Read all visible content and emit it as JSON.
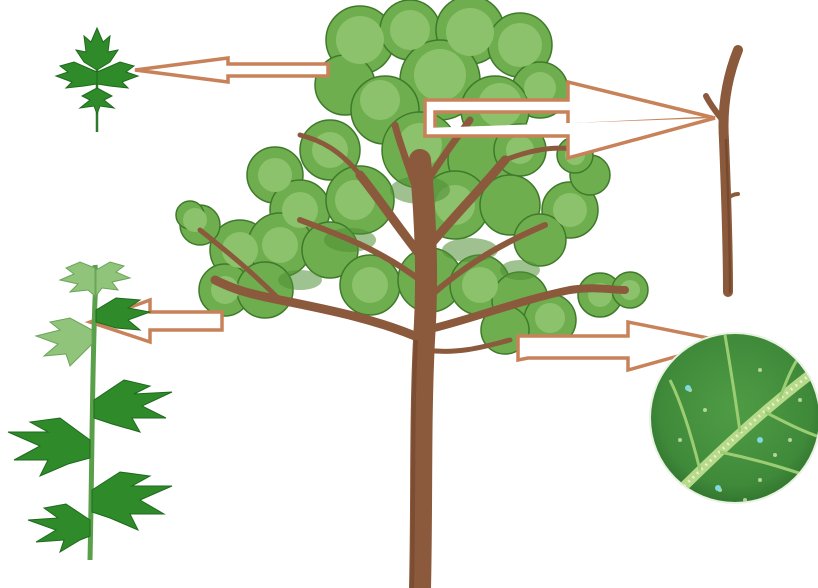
{
  "colors": {
    "background": "#ffffff",
    "canopy_light": "#8cc26b",
    "canopy_mid": "#6fae4e",
    "canopy_dark": "#4f8f35",
    "canopy_edge": "#3f7a2a",
    "trunk": "#8b5a3c",
    "trunk_dark": "#6b4028",
    "arrow": "#c8825a",
    "leaf_dark": "#2f8a2a",
    "leaf_light": "#8fc47a",
    "lens_bg": "#3f8a3a",
    "lens_vein": "#b6d98a"
  },
  "illustration": {
    "tree": "deciduous-tree",
    "parts": [
      {
        "name": "single-leaf",
        "target": "canopy"
      },
      {
        "name": "twig",
        "target": "canopy-branches"
      },
      {
        "name": "leafy-shoot",
        "target": "left-branch"
      },
      {
        "name": "leaf-surface-magnified",
        "target": "lower-right-canopy"
      }
    ]
  }
}
